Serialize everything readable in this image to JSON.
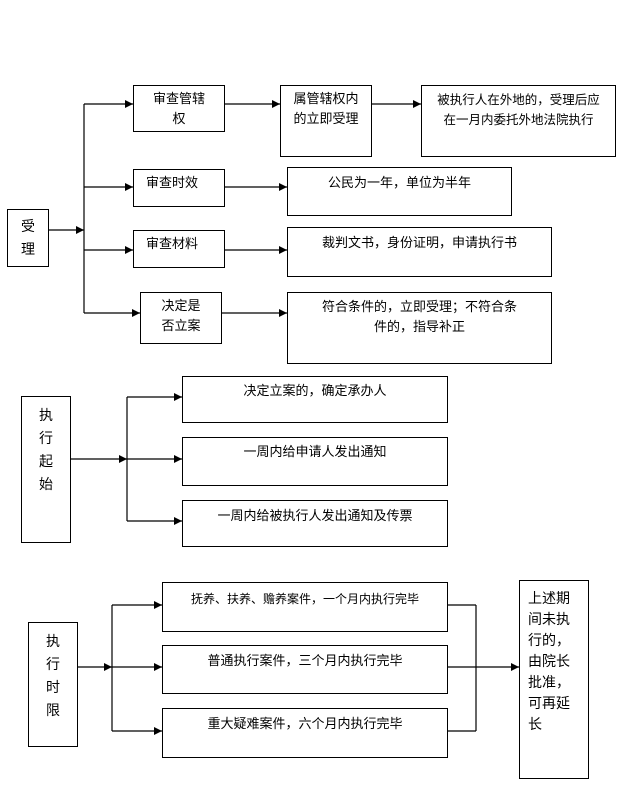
{
  "section1": {
    "root": "受\n理",
    "rows": [
      {
        "step": "审查管辖\n权",
        "middle": "属管辖权内\n的立即受理",
        "result": "被执行人在外地的，受理后应\n在一月内委托外地法院执行"
      },
      {
        "step": "审查时效",
        "result": "公民为一年，单位为半年"
      },
      {
        "step": "审查材料",
        "result": "裁判文书，身份证明，申请执行书"
      },
      {
        "step": "决定是\n否立案",
        "result": "符合条件的，立即受理；不符合条\n件的，指导补正"
      }
    ]
  },
  "section2": {
    "root": "执\n行\n起\n始",
    "items": [
      "决定立案的，确定承办人",
      "一周内给申请人发出通知",
      "一周内给被执行人发出通知及传票"
    ]
  },
  "section3": {
    "root": "执\n行\n时\n限",
    "items": [
      "抚养、扶养、赡养案件，一个月内执行完毕",
      "普通执行案件，三个月内执行完毕",
      "重大疑难案件，六个月内执行完毕"
    ],
    "result": "上述期\n间未执\n行的，\n由院长\n批准，\n可再延\n长"
  }
}
